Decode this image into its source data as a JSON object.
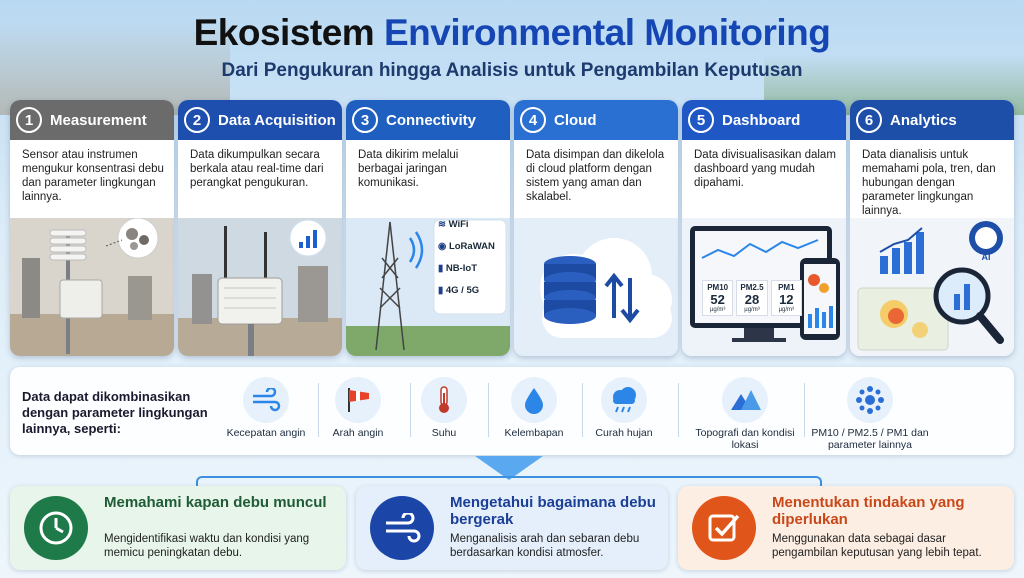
{
  "header": {
    "title_part1": "Ekosistem",
    "title_part2": "Environmental Monitoring",
    "subtitle": "Dari Pengukuran hingga Analisis untuk Pengambilan Keputusan"
  },
  "steps": [
    {
      "number": "1",
      "title": "Measurement",
      "description": "Sensor atau instrumen mengukur konsentrasi debu dan parameter lingkungan lainnya.",
      "color": "#6b6b6b"
    },
    {
      "number": "2",
      "title": "Data Acquisition",
      "description": "Data dikumpulkan secara berkala atau real-time dari perangkat pengukuran.",
      "color": "#1f4fae"
    },
    {
      "number": "3",
      "title": "Connectivity",
      "description": "Data dikirim melalui berbagai jaringan komunikasi.",
      "color": "#1f5fc0"
    },
    {
      "number": "4",
      "title": "Cloud",
      "description": "Data disimpan dan dikelola di cloud platform dengan sistem yang aman dan skalabel.",
      "color": "#2a70d2"
    },
    {
      "number": "5",
      "title": "Dashboard",
      "description": "Data divisualisasikan dalam dashboard yang mudah dipahami.",
      "color": "#1f58c4"
    },
    {
      "number": "6",
      "title": "Analytics",
      "description": "Data dianalisis untuk memahami pola, tren, dan hubungan dengan parameter lingkungan lainnya.",
      "color": "#1d4ea8"
    }
  ],
  "connectivity": [
    "WiFi",
    "LoRaWAN",
    "NB-IoT",
    "4G / 5G"
  ],
  "dashboard": {
    "metrics": [
      {
        "label": "PM10",
        "value": "52",
        "unit": "µg/m³"
      },
      {
        "label": "PM2.5",
        "value": "28",
        "unit": "µg/m³"
      },
      {
        "label": "PM1",
        "value": "12",
        "unit": "µg/m³"
      }
    ]
  },
  "analytics": {
    "badge": "AI"
  },
  "parameters": {
    "intro": "Data dapat dikombinasikan dengan parameter lingkungan lainnya, seperti:",
    "items": [
      {
        "label": "Kecepatan angin",
        "icon": "wind-icon"
      },
      {
        "label": "Arah angin",
        "icon": "windsock-icon"
      },
      {
        "label": "Suhu",
        "icon": "thermometer-icon"
      },
      {
        "label": "Kelembapan",
        "icon": "droplet-icon"
      },
      {
        "label": "Curah hujan",
        "icon": "rain-cloud-icon"
      },
      {
        "label": "Topografi dan kondisi lokasi",
        "icon": "mountain-icon"
      },
      {
        "label": "PM10 / PM2.5 / PM1 dan parameter lainnya",
        "icon": "particles-icon"
      }
    ]
  },
  "outcomes": [
    {
      "title": "Memahami kapan debu muncul",
      "description": "Mengidentifikasi waktu dan kondisi yang memicu peningkatan debu.",
      "color": "#1f7a4a",
      "bg": "#e7f5ea",
      "icon": "clock-icon"
    },
    {
      "title": "Mengetahui bagaimana debu bergerak",
      "description": "Menganalisis arah dan sebaran debu berdasarkan kondisi atmosfer.",
      "color": "#1b46a8",
      "bg": "#e4effb",
      "icon": "wind-icon"
    },
    {
      "title": "Menentukan tindakan yang diperlukan",
      "description": "Menggunakan data sebagai dasar pengambilan keputusan yang lebih tepat.",
      "color": "#e0561a",
      "bg": "#fdeee3",
      "icon": "checkbox-icon"
    }
  ]
}
